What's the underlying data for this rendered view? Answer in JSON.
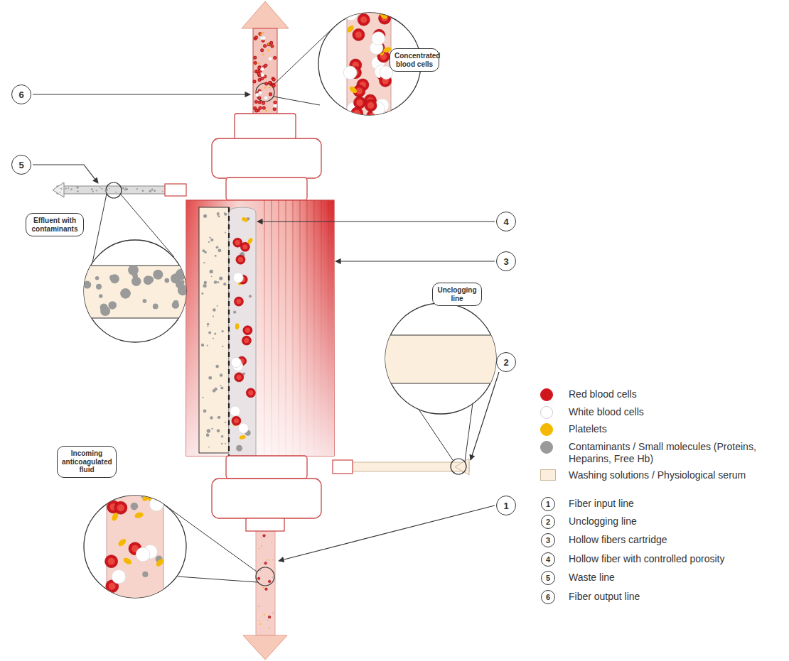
{
  "diagram": {
    "nodes": [
      {
        "text": [
          "6"
        ]
      },
      {
        "text": [
          "Concentrated blood cells"
        ]
      },
      {
        "text": [
          "5"
        ]
      },
      {
        "text": [
          "Effluent with contaminants"
        ]
      },
      {
        "text": [
          "4"
        ]
      },
      {
        "text": [
          "3"
        ]
      },
      {
        "text": [
          "Unclogging line"
        ]
      },
      {
        "text": [
          "2"
        ]
      },
      {
        "text": [
          "Incoming anticoagulated fluid"
        ]
      },
      {
        "text": [
          "1"
        ]
      }
    ],
    "labels": [
      "1",
      "2",
      "3",
      "4",
      "5",
      "6"
    ],
    "legend": [
      {
        "text": "Red blood cells",
        "color": "#d0151c"
      },
      {
        "text": "White blood cells",
        "color": "#ffffff"
      },
      {
        "text": "Platelets",
        "color": "#f5b800"
      },
      {
        "text": "Contaminants / Small molecules (Proteins, Heparins, Free Hb)",
        "color": "#9a9a9a"
      },
      {
        "text": "Washing solutions / Physiological serum",
        "color": "#fbeedd"
      },
      {
        "text": "Fiber input line"
      },
      {
        "text": "Unclogging line"
      },
      {
        "text": "Hollow fibers cartridge"
      },
      {
        "text": "Hollow fiber with controlled porosity"
      },
      {
        "text": "Waste line"
      },
      {
        "text": "Fiber output line"
      }
    ]
  }
}
